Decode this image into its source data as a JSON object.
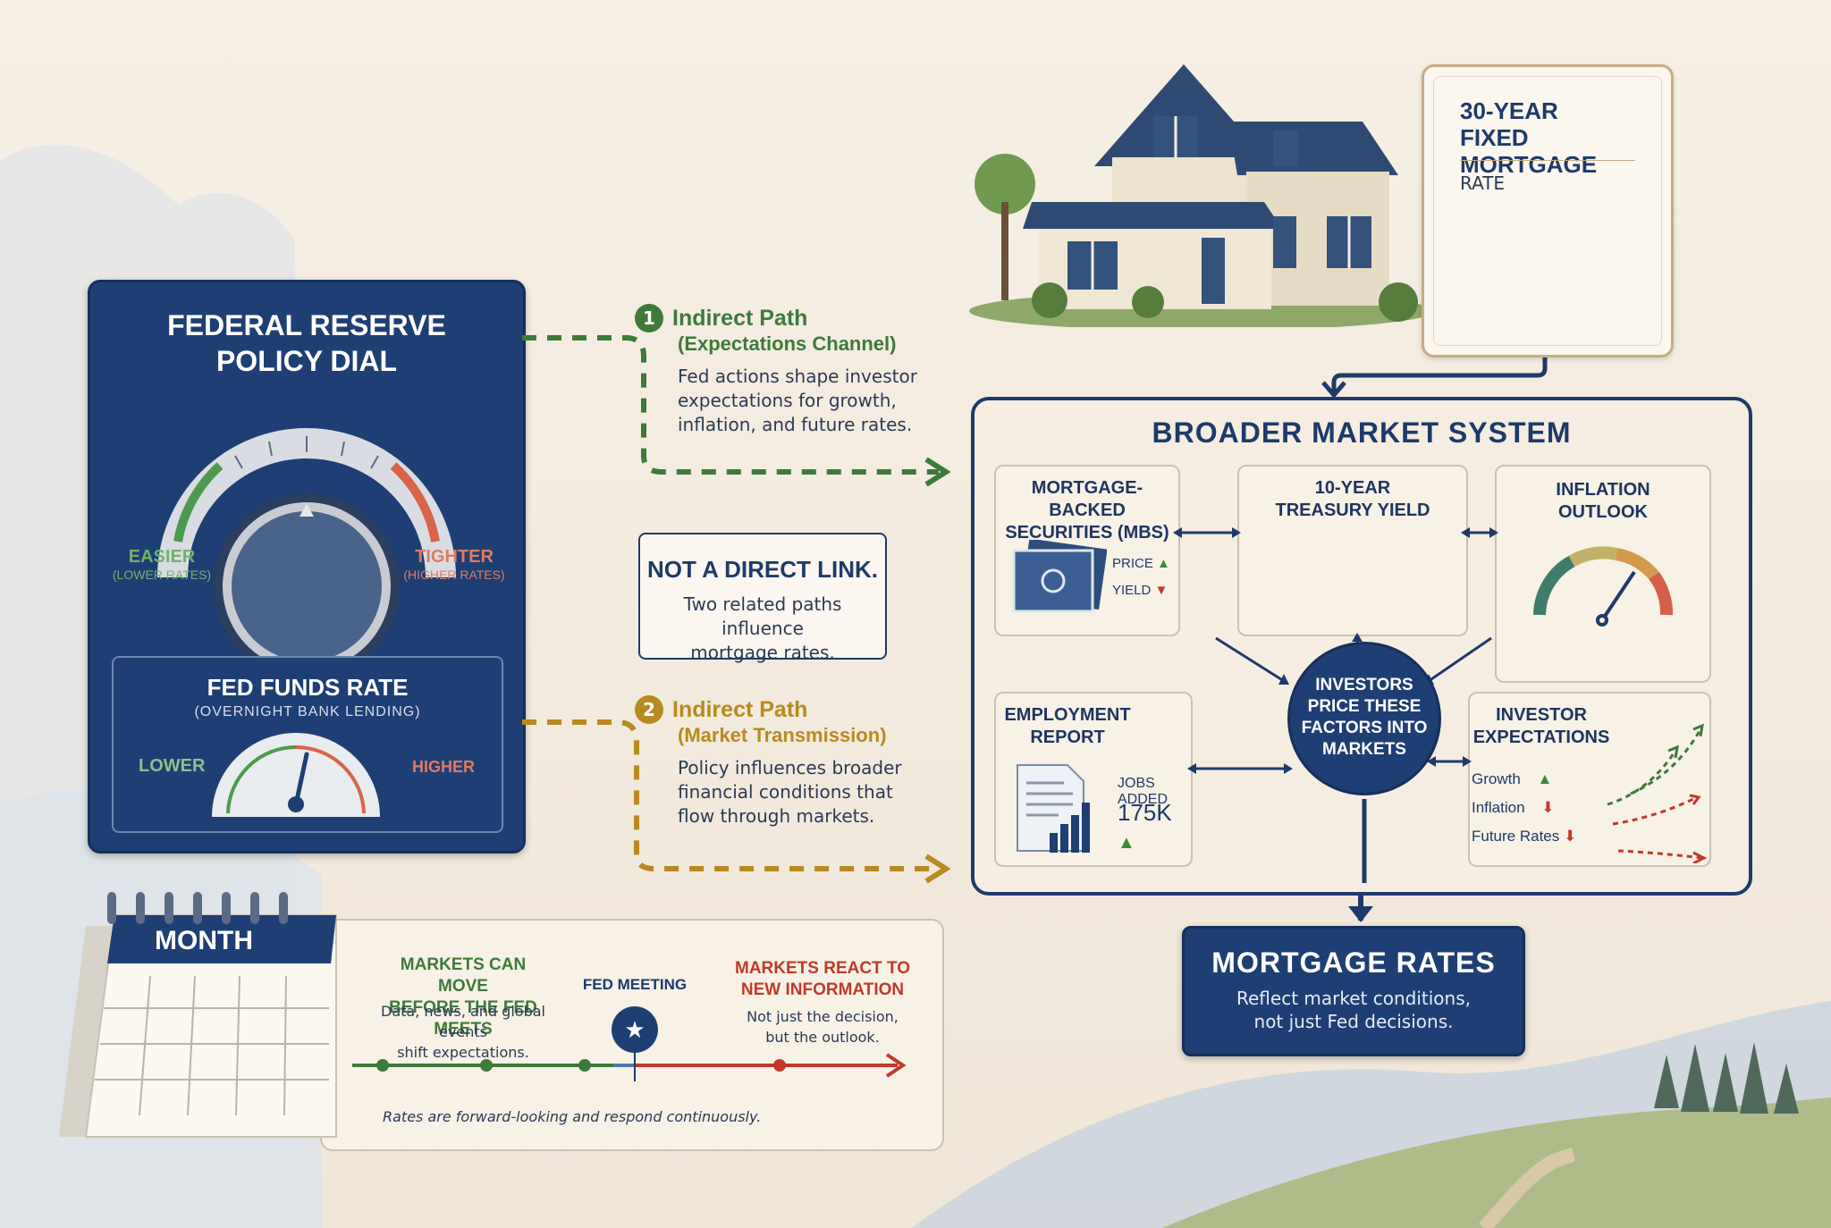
{
  "colors": {
    "navy": "#1e3f73",
    "green": "#3e7a3a",
    "gold": "#b88a1f",
    "red": "#c0392b",
    "cream": "#f4ecdf"
  },
  "fed_panel": {
    "title_line1": "FEDERAL RESERVE",
    "title_line2": "POLICY DIAL",
    "easier": "EASIER",
    "easier_sub": "(LOWER RATES)",
    "tighter": "TIGHTER",
    "tighter_sub": "(HIGHER RATES)",
    "funds_title": "FED FUNDS RATE",
    "funds_sub": "(OVERNIGHT BANK LENDING)",
    "lower": "LOWER",
    "higher": "HIGHER"
  },
  "path1": {
    "number": "1",
    "title": "Indirect Path",
    "subtitle": "(Expectations Channel)",
    "line1": "Fed actions shape investor",
    "line2": "expectations for growth,",
    "line3": "inflation, and future rates."
  },
  "path2": {
    "number": "2",
    "title": "Indirect Path",
    "subtitle": "(Market Transmission)",
    "line1": "Policy influences broader",
    "line2": "financial conditions that",
    "line3": "flow through markets."
  },
  "not_direct": {
    "title": "NOT A DIRECT LINK.",
    "line1": "Two related paths influence",
    "line2": "mortgage rates."
  },
  "rate_card": {
    "title_line1": "30-YEAR",
    "title_line2": "FIXED MORTGAGE",
    "label": "RATE"
  },
  "market": {
    "title": "BROADER MARKET SYSTEM",
    "mbs_line1": "MORTGAGE-BACKED",
    "mbs_line2": "SECURITIES (MBS)",
    "price": "PRICE",
    "yield": "YIELD",
    "treasury_line1": "10-YEAR",
    "treasury_line2": "TREASURY YIELD",
    "inflation_line1": "INFLATION",
    "inflation_line2": "OUTLOOK",
    "investors_line1": "INVESTORS",
    "investors_line2": "PRICE THESE",
    "investors_line3": "FACTORS INTO",
    "investors_line4": "MARKETS",
    "employment_line1": "EMPLOYMENT",
    "employment_line2": "REPORT",
    "jobs_label": "JOBS ADDED",
    "jobs_value": "175K",
    "expect_line1": "INVESTOR",
    "expect_line2": "EXPECTATIONS",
    "growth": "Growth",
    "inflation": "Inflation",
    "future_rates": "Future Rates"
  },
  "mortgage_rates": {
    "title": "MORTGAGE RATES",
    "line1": "Reflect market conditions,",
    "line2": "not just Fed decisions."
  },
  "timeline": {
    "month": "MONTH",
    "before_line1": "MARKETS CAN MOVE",
    "before_line2": "BEFORE THE FED MEETS",
    "before_body1": "Data, news, and global events",
    "before_body2": "shift expectations.",
    "meeting": "FED MEETING",
    "react_line1": "MARKETS REACT TO",
    "react_line2": "NEW INFORMATION",
    "react_body1": "Not just the decision,",
    "react_body2": "but the outlook.",
    "footer": "Rates are forward-looking and respond continuously."
  }
}
